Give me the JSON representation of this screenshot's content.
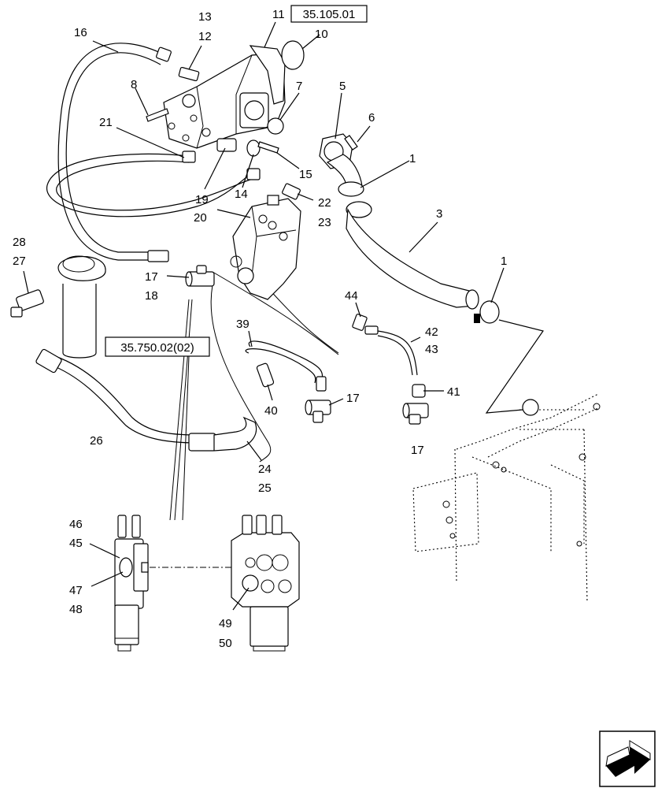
{
  "references": [
    {
      "id": "pump",
      "text": "35.105.01"
    },
    {
      "id": "filter",
      "text": "35.750.02(02)"
    }
  ],
  "callouts": [
    {
      "id": "c16",
      "text": "16"
    },
    {
      "id": "c13",
      "text": "13"
    },
    {
      "id": "c12",
      "text": "12"
    },
    {
      "id": "c11",
      "text": "11"
    },
    {
      "id": "c10",
      "text": "10"
    },
    {
      "id": "c8",
      "text": "8"
    },
    {
      "id": "c7",
      "text": "7"
    },
    {
      "id": "c5",
      "text": "5"
    },
    {
      "id": "c6",
      "text": "6"
    },
    {
      "id": "c21",
      "text": "21"
    },
    {
      "id": "c1a",
      "text": "1"
    },
    {
      "id": "c15",
      "text": "15"
    },
    {
      "id": "c19",
      "text": "19"
    },
    {
      "id": "c14",
      "text": "14"
    },
    {
      "id": "c22",
      "text": "22"
    },
    {
      "id": "c20",
      "text": "20"
    },
    {
      "id": "c23",
      "text": "23"
    },
    {
      "id": "c3",
      "text": "3"
    },
    {
      "id": "c28",
      "text": "28"
    },
    {
      "id": "c27",
      "text": "27"
    },
    {
      "id": "c1b",
      "text": "1"
    },
    {
      "id": "c17a",
      "text": "17"
    },
    {
      "id": "c18",
      "text": "18"
    },
    {
      "id": "c44",
      "text": "44"
    },
    {
      "id": "c39",
      "text": "39"
    },
    {
      "id": "c42",
      "text": "42"
    },
    {
      "id": "c43",
      "text": "43"
    },
    {
      "id": "c41",
      "text": "41"
    },
    {
      "id": "c17b",
      "text": "17"
    },
    {
      "id": "c40",
      "text": "40"
    },
    {
      "id": "c17c",
      "text": "17"
    },
    {
      "id": "c26",
      "text": "26"
    },
    {
      "id": "c24",
      "text": "24"
    },
    {
      "id": "c25",
      "text": "25"
    },
    {
      "id": "c46",
      "text": "46"
    },
    {
      "id": "c45",
      "text": "45"
    },
    {
      "id": "c47",
      "text": "47"
    },
    {
      "id": "c48",
      "text": "48"
    },
    {
      "id": "c49",
      "text": "49"
    },
    {
      "id": "c50",
      "text": "50"
    }
  ]
}
